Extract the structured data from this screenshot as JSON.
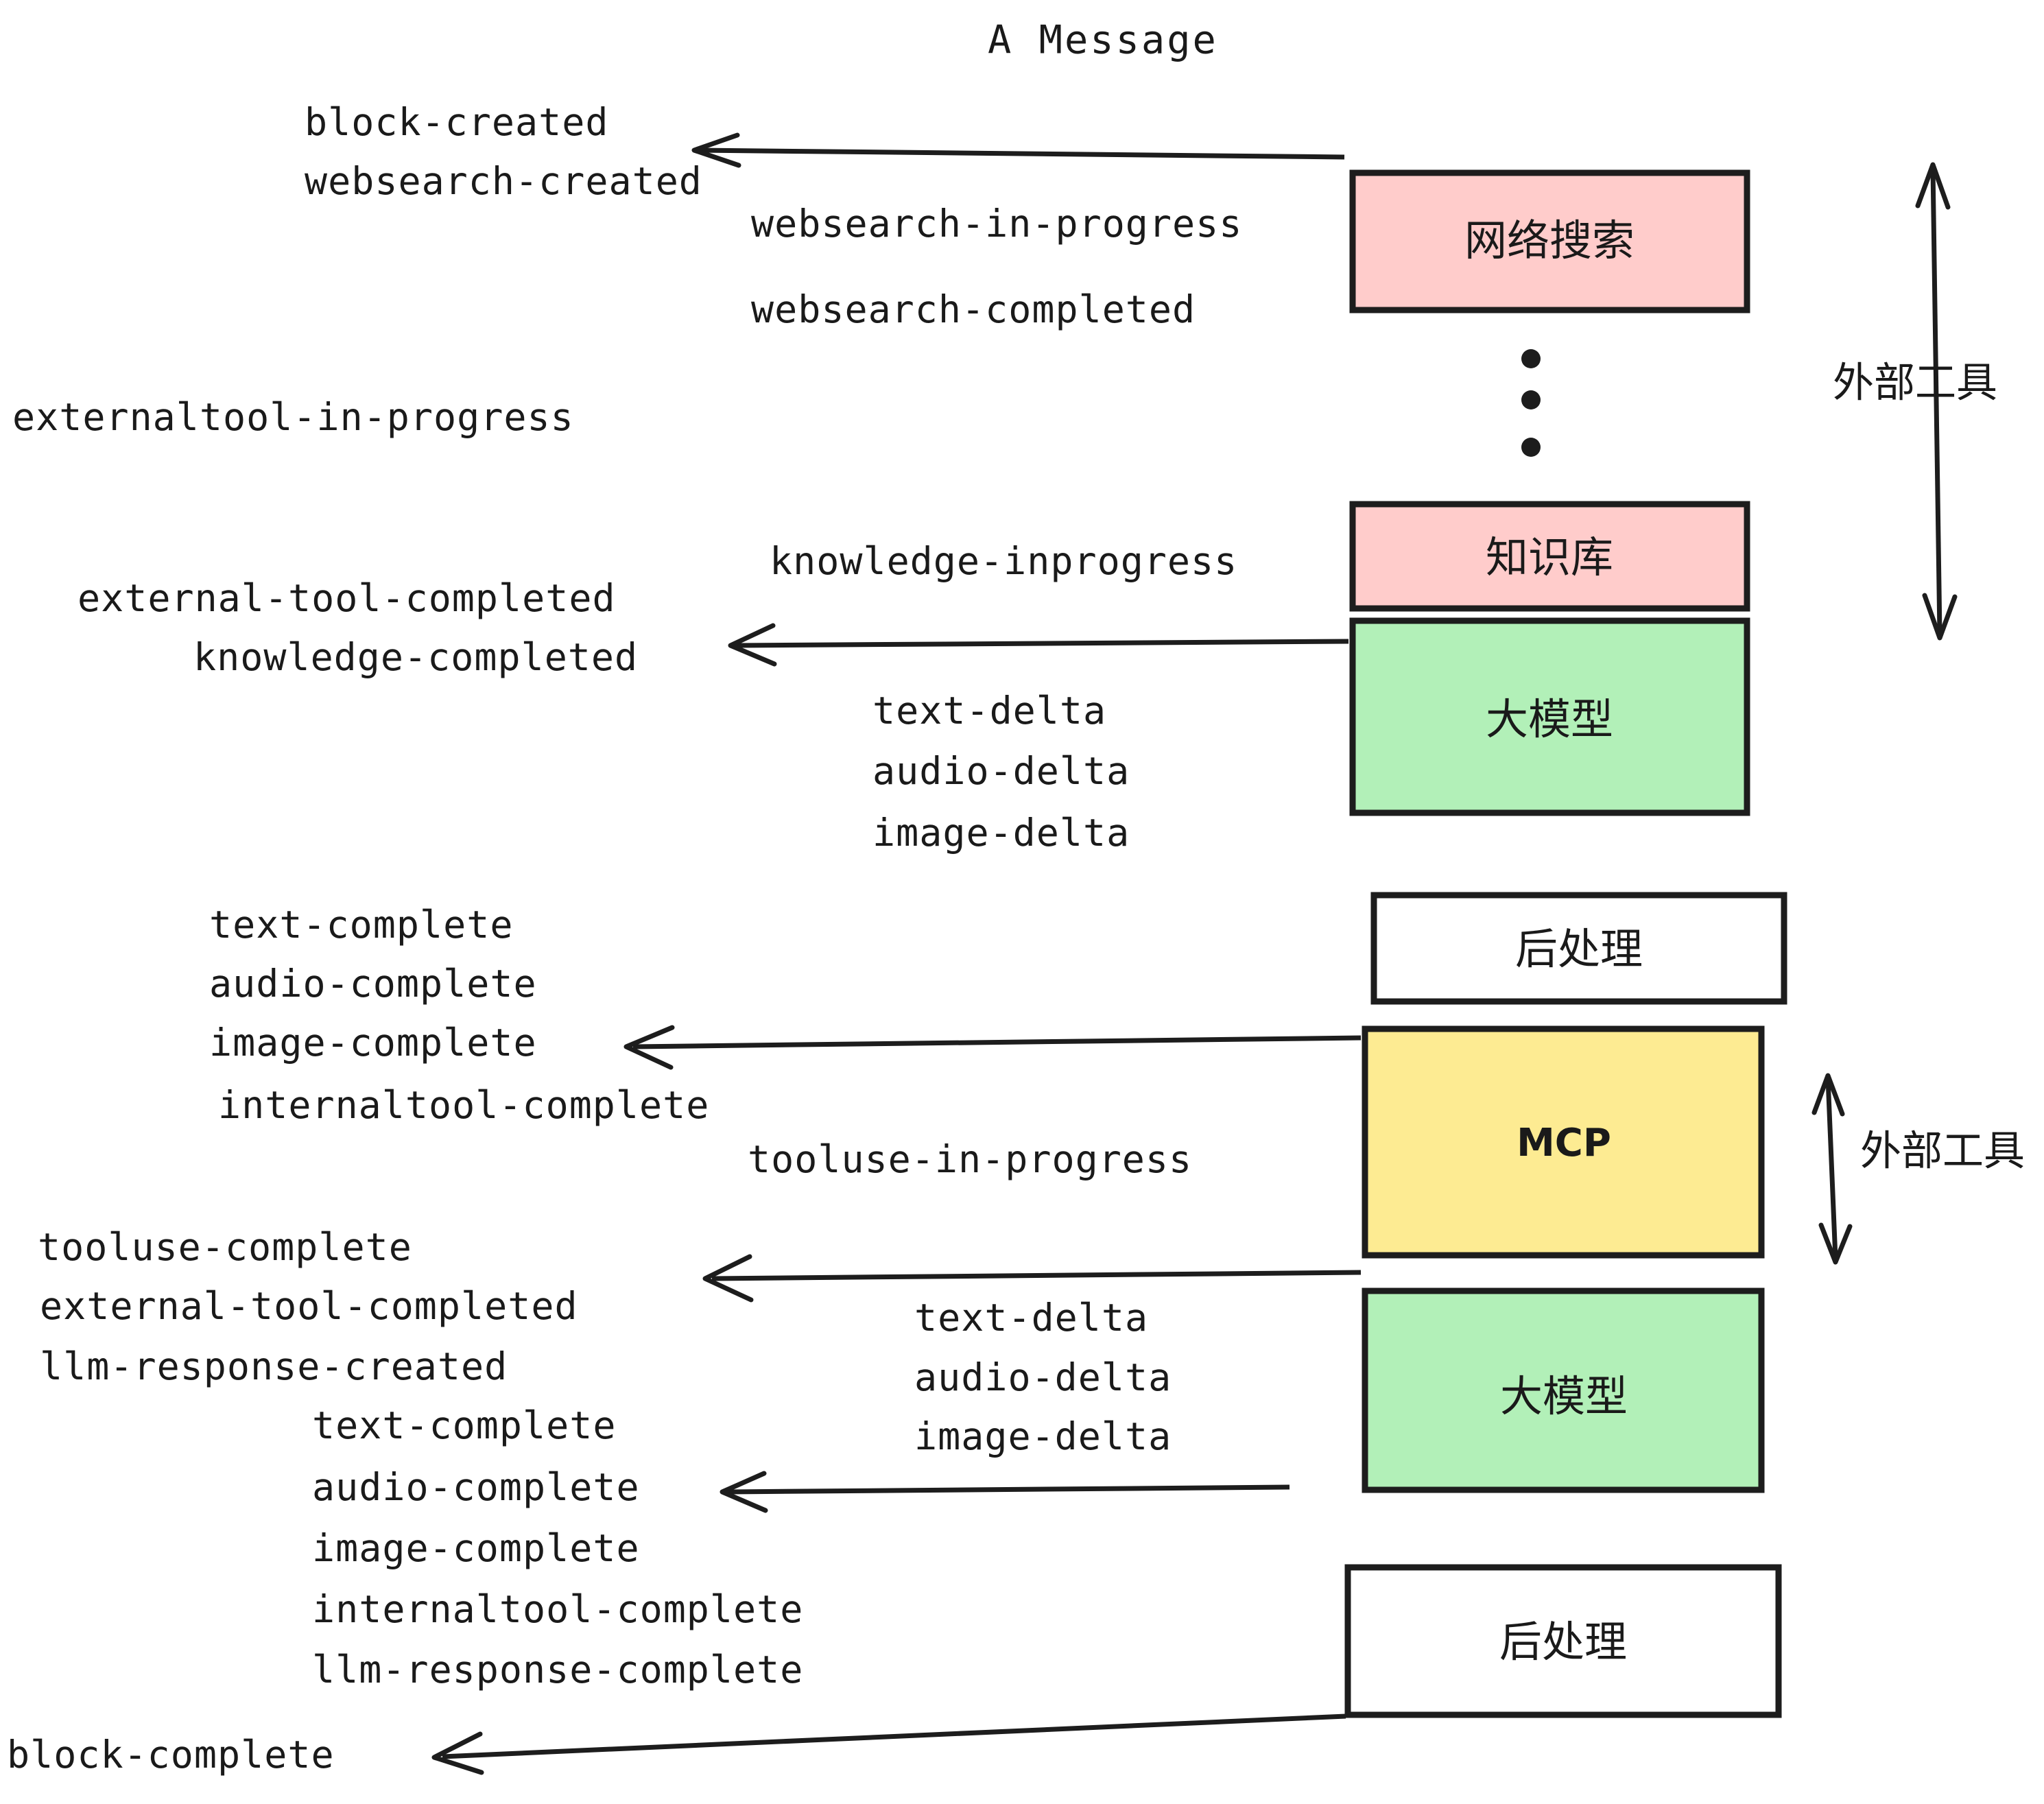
{
  "title": "A Message",
  "colors": {
    "pink": "#FFCCCB",
    "green": "#B2F0B8",
    "yellow": "#FDEB92",
    "white": "#FFFFFF",
    "stroke": "#1D1D1D",
    "text": "#1A1A1A"
  },
  "boxes": [
    {
      "id": "websearch",
      "label": "网络搜索",
      "fill": "#FFCCCB"
    },
    {
      "id": "knowledge",
      "label": "知识库",
      "fill": "#FFCCCB"
    },
    {
      "id": "llm-top",
      "label": "大模型",
      "fill": "#B2F0B8"
    },
    {
      "id": "postprocess-top",
      "label": "后处理",
      "fill": "#FFFFFF"
    },
    {
      "id": "mcp",
      "label": "MCP",
      "fill": "#FDEB92"
    },
    {
      "id": "llm-bottom",
      "label": "大模型",
      "fill": "#B2F0B8"
    },
    {
      "id": "postprocess-bottom",
      "label": "后处理",
      "fill": "#FFFFFF"
    }
  ],
  "side_labels": [
    {
      "id": "external-tools-top",
      "label": "外部工具"
    },
    {
      "id": "external-tools-bottom",
      "label": "外部工具"
    }
  ],
  "events": [
    {
      "id": "block-created",
      "text": "block-created"
    },
    {
      "id": "websearch-created",
      "text": "websearch-created"
    },
    {
      "id": "websearch-in-progress",
      "text": "websearch-in-progress"
    },
    {
      "id": "websearch-completed",
      "text": "websearch-completed"
    },
    {
      "id": "externaltool-in-progress",
      "text": "externaltool-in-progress"
    },
    {
      "id": "knowledge-inprogress",
      "text": "knowledge-inprogress"
    },
    {
      "id": "external-tool-completed-1",
      "text": "external-tool-completed"
    },
    {
      "id": "knowledge-completed",
      "text": "knowledge-completed"
    },
    {
      "id": "text-delta-1",
      "text": "text-delta"
    },
    {
      "id": "audio-delta-1",
      "text": "audio-delta"
    },
    {
      "id": "image-delta-1",
      "text": "image-delta"
    },
    {
      "id": "text-complete-1",
      "text": "text-complete"
    },
    {
      "id": "audio-complete-1",
      "text": "audio-complete"
    },
    {
      "id": "image-complete-1",
      "text": "image-complete"
    },
    {
      "id": "internaltool-complete-1",
      "text": "internaltool-complete"
    },
    {
      "id": "tooluse-in-progress",
      "text": "tooluse-in-progress"
    },
    {
      "id": "tooluse-complete",
      "text": "tooluse-complete"
    },
    {
      "id": "external-tool-completed-2",
      "text": "external-tool-completed"
    },
    {
      "id": "llm-response-created",
      "text": "llm-response-created"
    },
    {
      "id": "text-delta-2",
      "text": "text-delta"
    },
    {
      "id": "audio-delta-2",
      "text": "audio-delta"
    },
    {
      "id": "image-delta-2",
      "text": "image-delta"
    },
    {
      "id": "text-complete-2",
      "text": "text-complete"
    },
    {
      "id": "audio-complete-2",
      "text": "audio-complete"
    },
    {
      "id": "image-complete-2",
      "text": "image-complete"
    },
    {
      "id": "internaltool-complete-2",
      "text": "internaltool-complete"
    },
    {
      "id": "llm-response-complete",
      "text": "llm-response-complete"
    },
    {
      "id": "block-complete",
      "text": "block-complete"
    }
  ],
  "ellipsis": {
    "id": "vertical-ellipsis",
    "dots": 3
  }
}
